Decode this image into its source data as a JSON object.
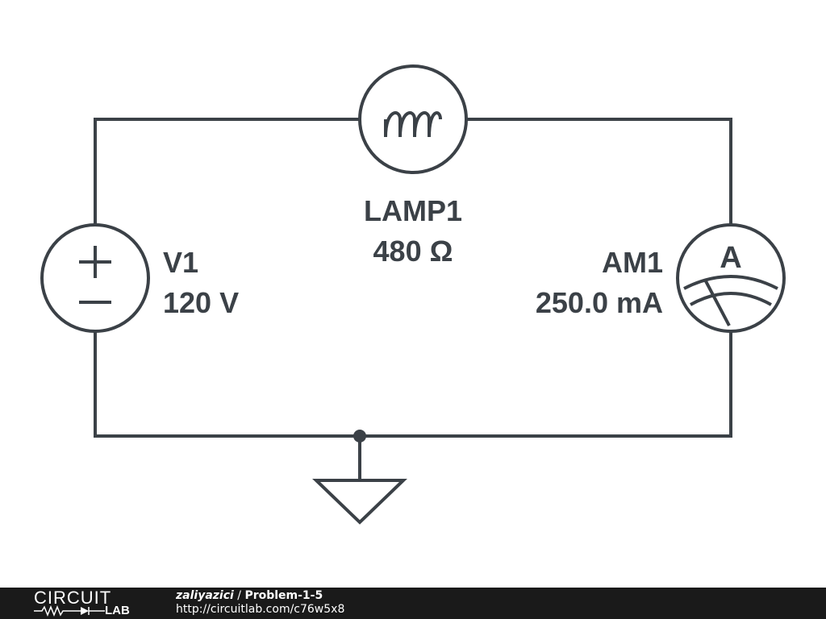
{
  "circuit": {
    "source": {
      "name": "V1",
      "value": "120 V"
    },
    "lamp": {
      "name": "LAMP1",
      "value": "480 Ω"
    },
    "ammeter": {
      "name": "AM1",
      "value": "250.0 mA",
      "symbol": "A"
    }
  },
  "footer": {
    "logo_top": "CIRCUIT",
    "logo_bottom": "LAB",
    "author": "zaliyazici",
    "separator": " / ",
    "title": "Problem-1-5",
    "url": "http://circuitlab.com/c76w5x8"
  },
  "colors": {
    "stroke": "#3b4147",
    "footer_bg": "#1a1a1a"
  },
  "icons": [
    "voltage-source-icon",
    "lamp-icon",
    "ammeter-icon",
    "ground-icon"
  ]
}
